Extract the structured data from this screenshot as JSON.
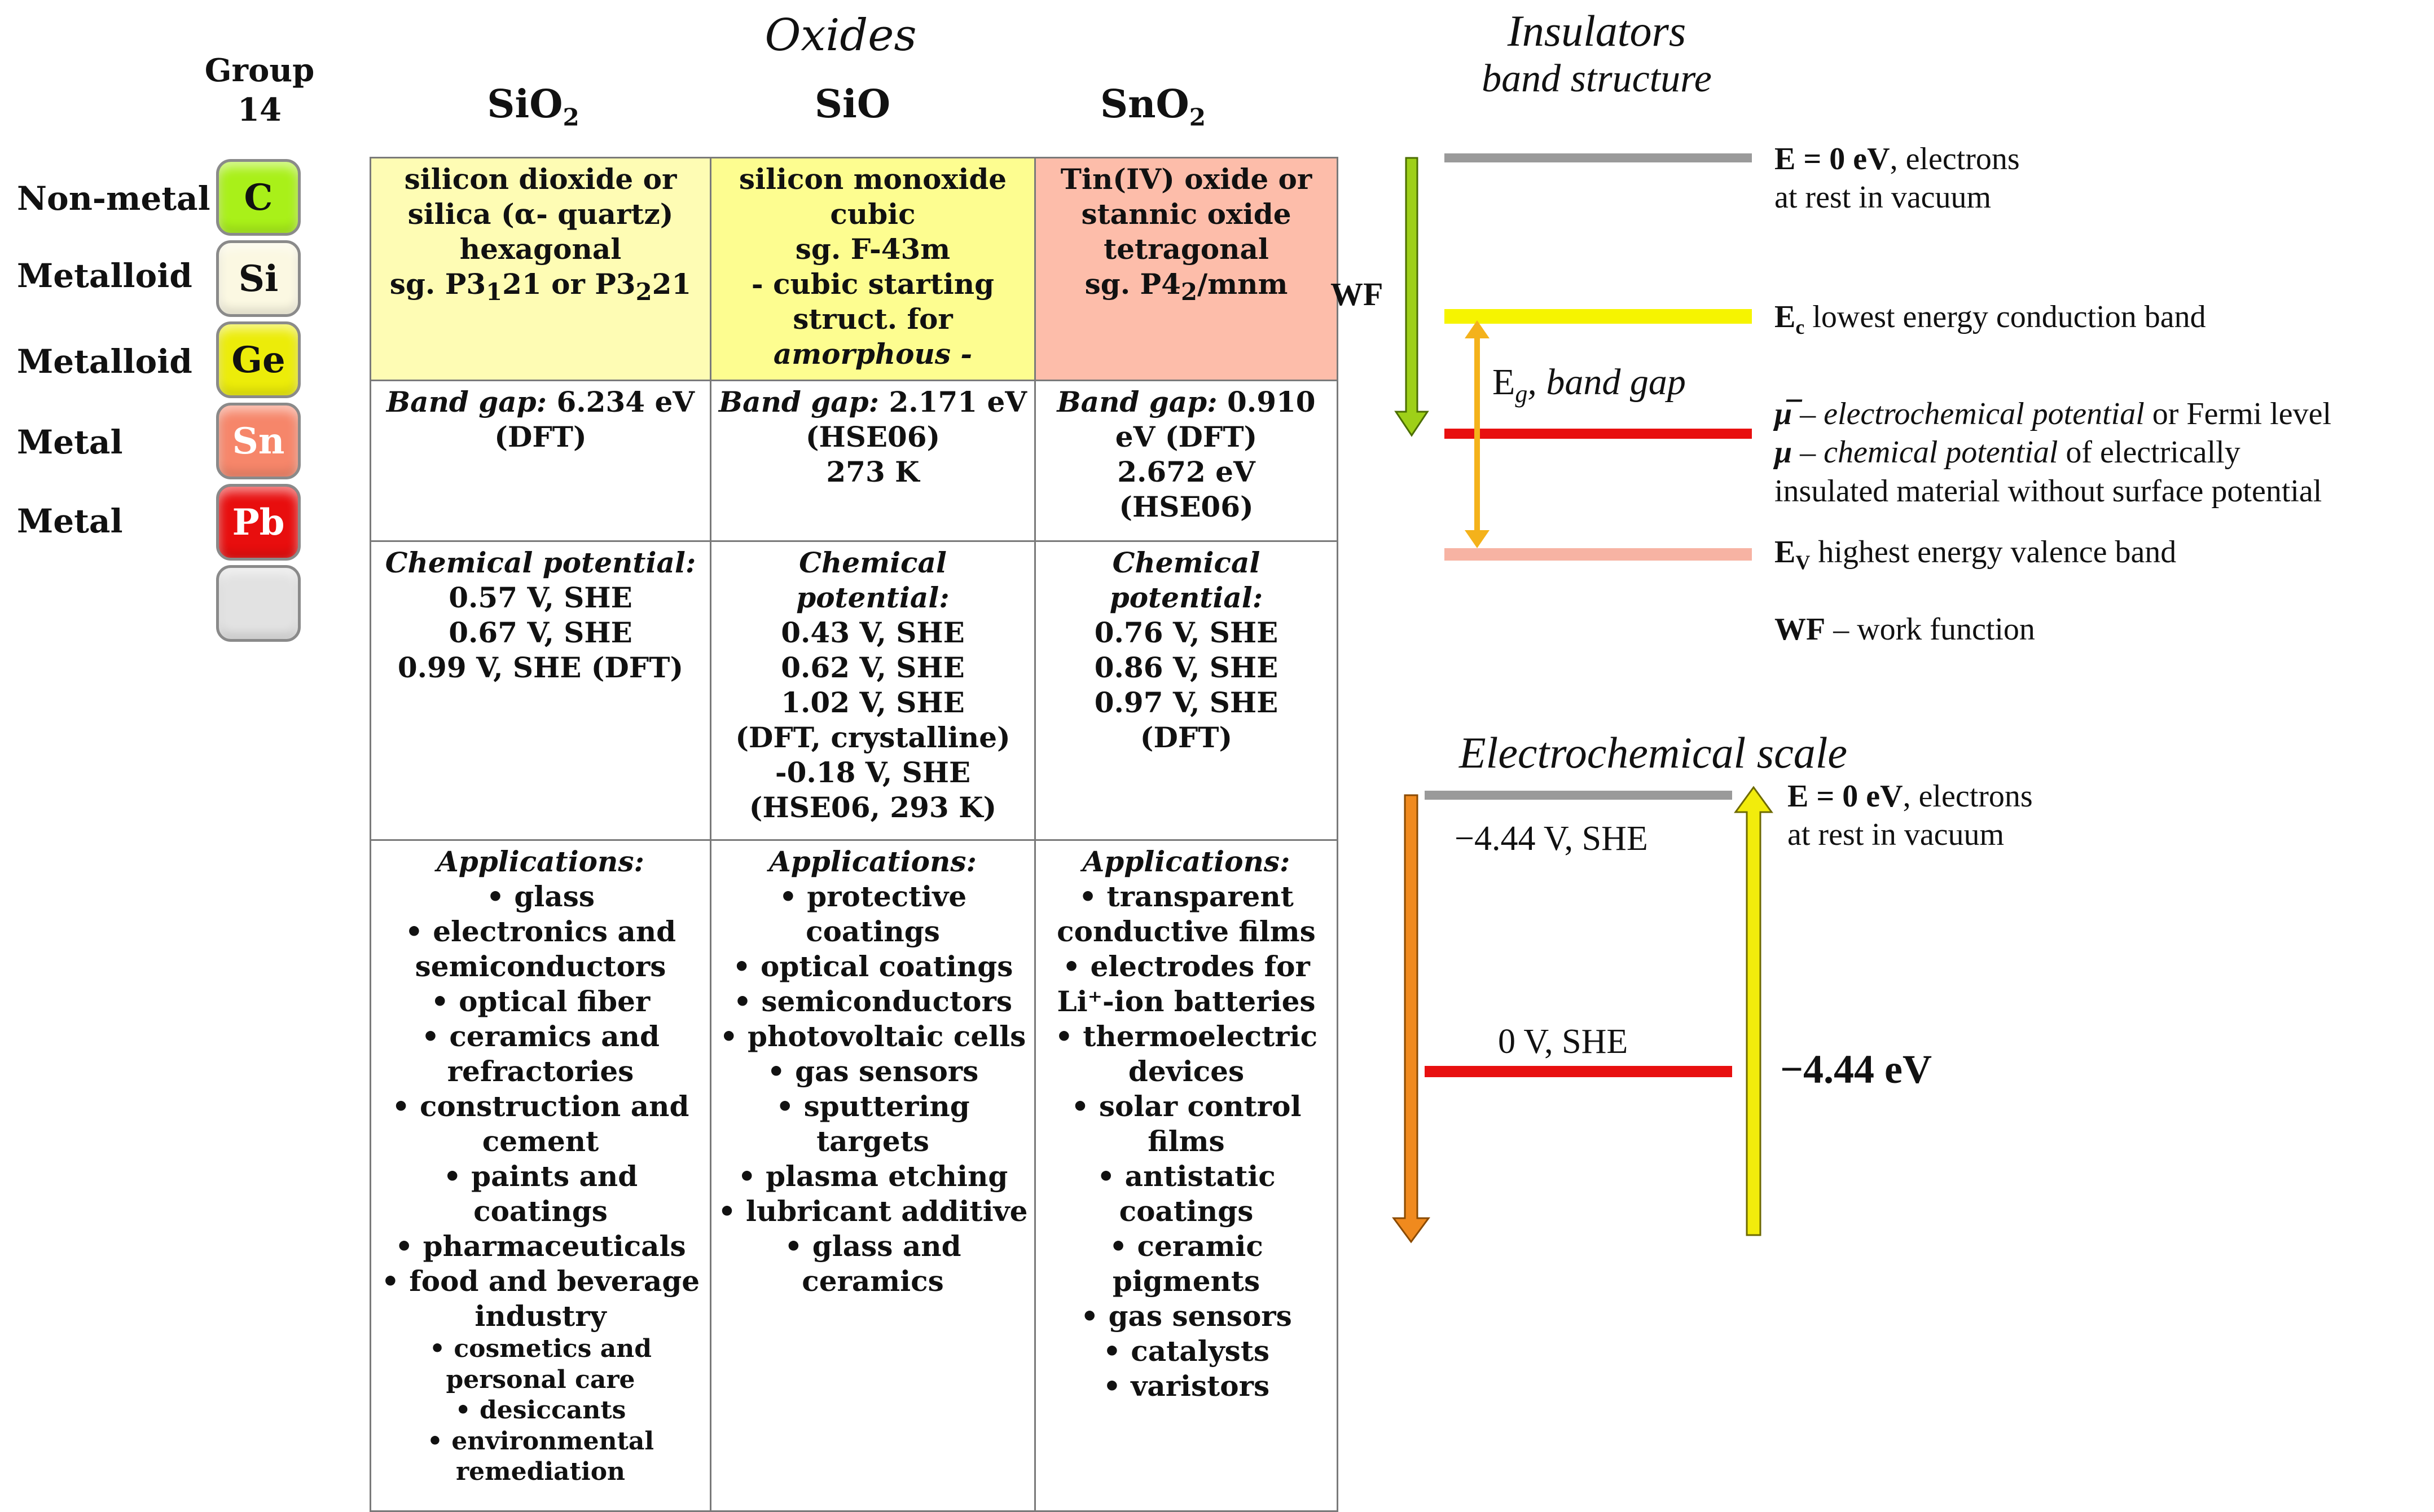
{
  "group": {
    "title_line1": "Group",
    "title_line2": "14",
    "elements": [
      {
        "label": "Non-metal",
        "symbol": "C",
        "color": "#a9f019",
        "text_color": "#111111"
      },
      {
        "label": "Metalloid",
        "symbol": "Si",
        "color": "#fbf8e2",
        "text_color": "#111111"
      },
      {
        "label": "Metalloid",
        "symbol": "Ge",
        "color": "#ecec09",
        "text_color": "#111111"
      },
      {
        "label": "Metal",
        "symbol": "Sn",
        "color": "#f6866a",
        "text_color": "#ffffff"
      },
      {
        "label": "Metal",
        "symbol": "Pb",
        "color": "#e80e0e",
        "text_color": "#ffffff"
      },
      {
        "label": "",
        "symbol": "",
        "color": "#e2e2e2",
        "text_color": "#111111"
      }
    ]
  },
  "oxides": {
    "title": "Oxides",
    "columns": [
      {
        "formula": "SiO",
        "sub": "2"
      },
      {
        "formula": "SiO",
        "sub": ""
      },
      {
        "formula": "SnO",
        "sub": "2"
      }
    ],
    "structure": {
      "sio2": [
        "silicon dioxide or",
        "silica (α- quartz)",
        "hexagonal"
      ],
      "sio2_sg": {
        "a": "sg. P3",
        "b": "1",
        "c": "21 or P3",
        "d": "2",
        "e": "21"
      },
      "sio": [
        "silicon monoxide",
        "cubic",
        "sg. F-43m",
        "- cubic starting",
        "struct. for"
      ],
      "sio_italic": "amorphous -",
      "sno2": [
        "Tin(IV) oxide or",
        "stannic oxide",
        "tetragonal"
      ],
      "sno2_sg": {
        "a": "sg. P4",
        "b": "2",
        "c": "/mnm"
      }
    },
    "band_gap": {
      "label": "Band gap:",
      "sio2": [
        "6.234 eV",
        "(DFT)"
      ],
      "sio": [
        "2.171 eV",
        "(HSE06)",
        "273 K"
      ],
      "sno2": [
        "0.910",
        "eV (DFT)",
        "2.672 eV",
        "(HSE06)"
      ]
    },
    "chemical_potential": {
      "label_one": "Chemical potential:",
      "label_a": "Chemical",
      "label_b": "potential:",
      "sio2": [
        "0.57  V, SHE",
        "0.67 V, SHE",
        "0.99 V, SHE (DFT)"
      ],
      "sio": [
        "0.43 V, SHE",
        "0.62 V, SHE",
        "1.02 V, SHE",
        "(DFT, crystalline)",
        "-0.18 V, SHE",
        "(HSE06, 293 K)"
      ],
      "sno2": [
        "0.76 V, SHE",
        "0.86 V, SHE",
        "0.97 V, SHE",
        "(DFT)"
      ]
    },
    "applications": {
      "label": "Applications:",
      "sio2": [
        "• glass",
        "• electronics and",
        "semiconductors",
        "• optical fiber",
        "• ceramics and",
        "refractories",
        "• construction and",
        "cement",
        "• paints and",
        "coatings",
        "• pharmaceuticals",
        "• food and beverage",
        "industry"
      ],
      "sio2_small": [
        "• cosmetics and",
        "personal care",
        "• desiccants",
        "• environmental",
        "remediation"
      ],
      "sio": [
        "• protective",
        "coatings",
        "• optical coatings",
        "• semiconductors",
        "• photovoltaic cells",
        "• gas sensors",
        "• sputtering targets",
        "• plasma etching",
        "• lubricant additive",
        "• glass and",
        "ceramics"
      ],
      "sno2": [
        "• transparent",
        "conductive films",
        "• electrodes for",
        "Li⁺-ion batteries",
        "• thermoelectric",
        "devices",
        "• solar control",
        "films",
        "• antistatic",
        "coatings",
        "• ceramic",
        "pigments",
        "• gas sensors",
        "• catalysts",
        "• varistors"
      ]
    }
  },
  "insulators": {
    "title": "Insulators",
    "subtitle": "band structure",
    "wf_label": "WF",
    "eg_label_symbol": "E",
    "eg_label_sub": "g",
    "eg_label_text": ", band gap",
    "vacuum_bold": "E = 0 eV",
    "vacuum_rest": ", electrons",
    "vacuum_line2": "at rest in vacuum",
    "ec_symbol": "E",
    "ec_sub": "c",
    "ec_text": " lowest energy conduction band",
    "mu_bar_symbol": "μ̅",
    "mu_bar_italic": "  – electrochemical potential",
    "mu_bar_rest": " or Fermi level",
    "mu_symbol": "μ",
    "mu_italic_prefix": " –  ",
    "mu_italic": "chemical potential",
    "mu_rest": " of electrically",
    "mu_line3": "insulated material without surface potential",
    "ev_symbol": "E",
    "ev_sub": "V",
    "ev_text": " highest energy valence band",
    "wf_bold": "WF",
    "wf_text": " – work function",
    "colors": {
      "vacuum": "#9a9a9a",
      "conduction": "#f6f400",
      "fermi": "#e81010",
      "valence": "#f7b3a3",
      "wf_arrow": "#9ed018",
      "eg_arrow": "#f4b21b"
    }
  },
  "electrochemical": {
    "title": "Electrochemical scale",
    "she_top": "−4.44 V, SHE",
    "she_zero": "0 V, SHE",
    "vacuum_bold": "E = 0 eV",
    "vacuum_rest": ", electrons",
    "vacuum_line2": "at rest in vacuum",
    "value": "−4.44 eV",
    "colors": {
      "top_line": "#9a9a9a",
      "zero_line": "#e81010",
      "down_arrow": "#f08a1e",
      "up_arrow": "#f2ec0c"
    }
  }
}
